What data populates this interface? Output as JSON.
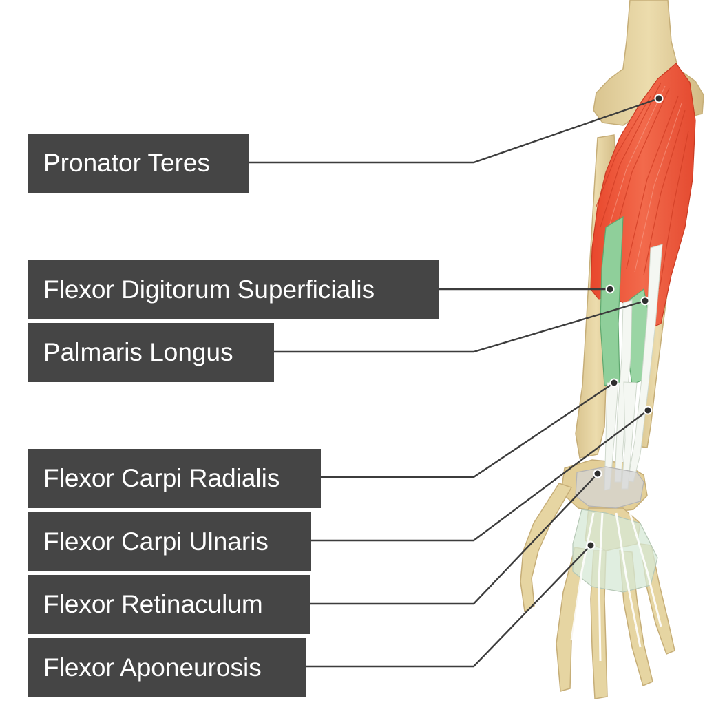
{
  "diagram": {
    "labels": [
      "Pronator Teres",
      "Flexor Digitorum Superficialis",
      "Palmaris Longus",
      "Flexor Carpi Radialis",
      "Flexor Carpi Ulnaris",
      "Flexor Retinaculum",
      "Flexor Aponeurosis"
    ]
  },
  "colors": {
    "label_bg": "#454545",
    "label_text": "#ffffff",
    "leader_line": "#3c3c3c",
    "bone": "#e8d6a4",
    "bone_shade": "#c9b27c",
    "muscle_red": "#ee5a3c",
    "muscle_green": "#8fcf9a",
    "tendon": "#f4f7f2",
    "retinaculum": "#c9c9c9"
  }
}
